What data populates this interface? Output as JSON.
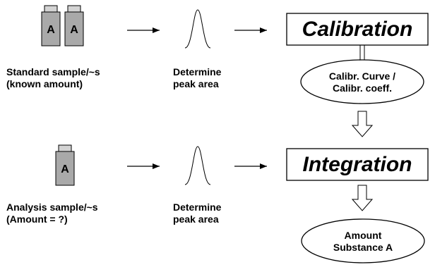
{
  "vial_letter": "A",
  "rows": {
    "standard": {
      "sample_line1": "Standard sample/~s",
      "sample_line2": "(known amount)",
      "determine_line1": "Determine",
      "determine_line2": "peak area",
      "box_label": "Calibration"
    },
    "analysis": {
      "sample_line1": "Analysis sample/~s",
      "sample_line2": "(Amount = ?)",
      "determine_line1": "Determine",
      "determine_line2": "peak area",
      "box_label": "Integration"
    }
  },
  "ellipses": {
    "calibration_curve": {
      "line1": "Calibr. Curve /",
      "line2": "Calibr. coeff."
    },
    "amount": {
      "line1": "Amount",
      "line2": "Substance A"
    }
  },
  "colors": {
    "vial_body": "#a9a9a9",
    "vial_cap": "#d3d3d3",
    "stroke": "#000000"
  }
}
